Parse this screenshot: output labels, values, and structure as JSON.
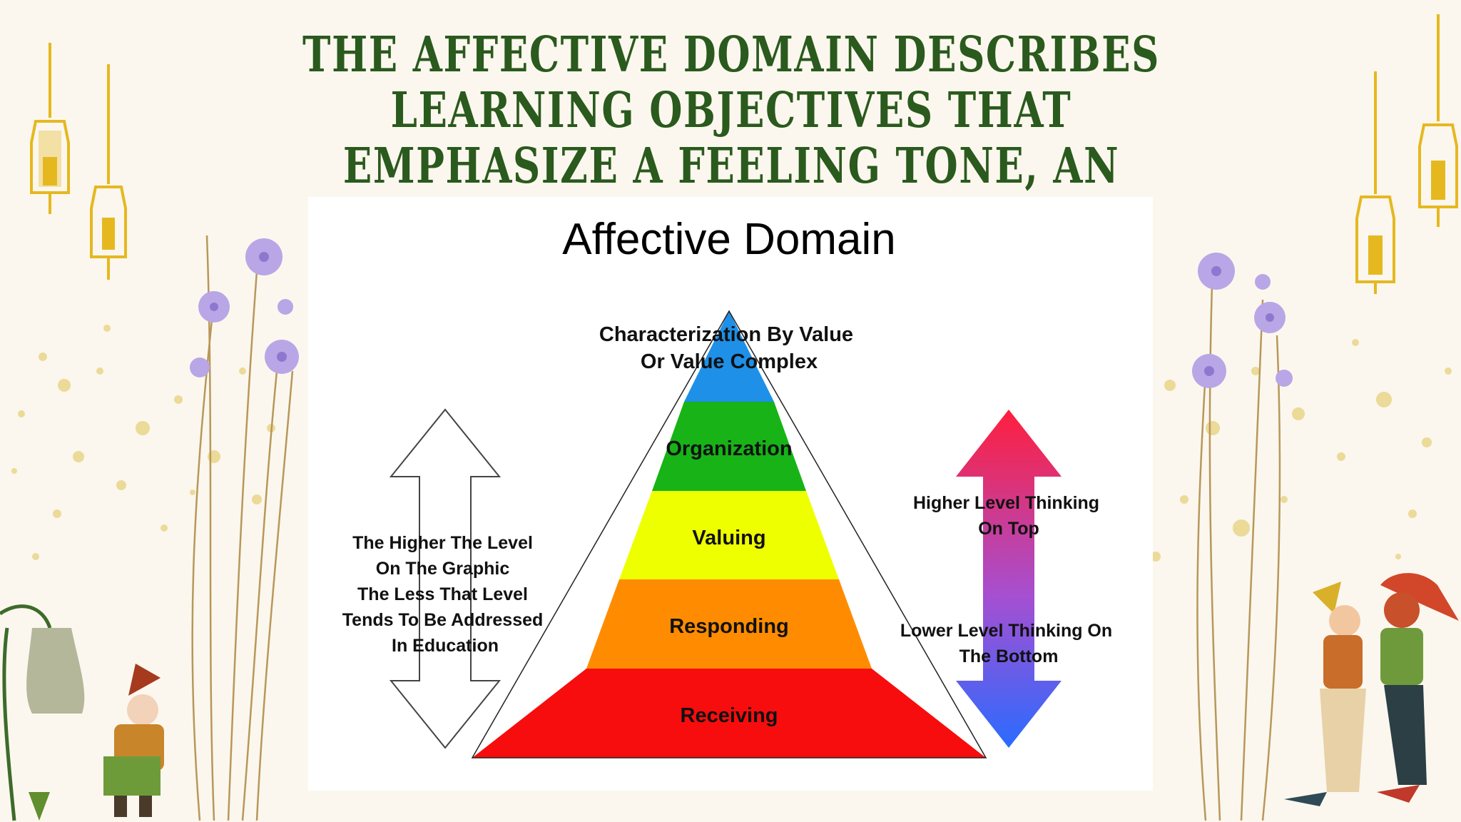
{
  "slide": {
    "title": "The affective domain describes learning objectives that emphasize a feeling tone, an emotion, or a degree of acceptance or rejection."
  },
  "diagram": {
    "title": "Affective Domain",
    "levels": [
      {
        "label_lines": [
          "Characterization By Value",
          "Or Value Complex"
        ],
        "color": "#1e90e8"
      },
      {
        "label_lines": [
          "Organization"
        ],
        "color": "#17b317"
      },
      {
        "label_lines": [
          "Valuing"
        ],
        "color": "#eeff00"
      },
      {
        "label_lines": [
          "Responding"
        ],
        "color": "#ff8c00"
      },
      {
        "label_lines": [
          "Receiving"
        ],
        "color": "#f70d0d"
      }
    ],
    "left_note_lines": [
      "The Higher The Level",
      "On The Graphic",
      "The Less That Level",
      "Tends To Be Addressed",
      "In Education"
    ],
    "right_top_lines": [
      "Higher Level Thinking",
      "On Top"
    ],
    "right_bottom_lines": [
      "Lower Level Thinking On",
      "The Bottom"
    ]
  },
  "colors": {
    "title_green": "#2a5a1d",
    "lantern_gold": "#e6b820",
    "flower_lavender": "#b9a6e6"
  }
}
